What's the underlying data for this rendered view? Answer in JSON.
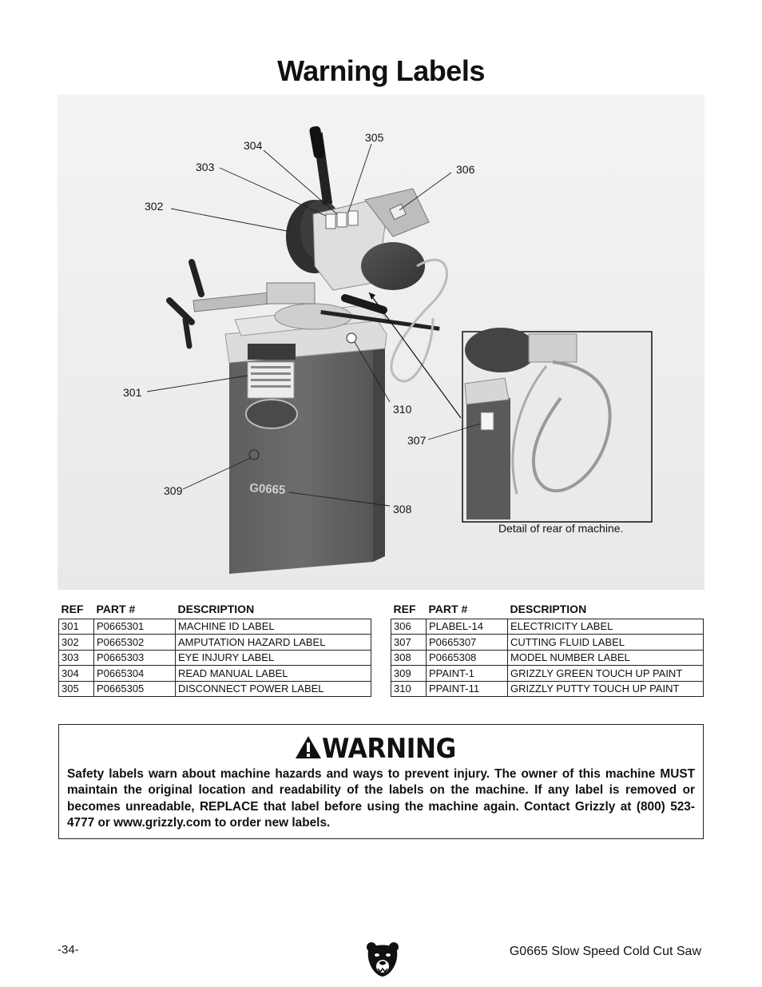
{
  "page": {
    "title": "Warning Labels",
    "page_number": "-34-",
    "footer_title": "G0665 Slow Speed Cold Cut Saw"
  },
  "figure": {
    "callouts": [
      "301",
      "302",
      "303",
      "304",
      "305",
      "306",
      "307",
      "308",
      "309",
      "310"
    ],
    "model_plate_text": "G0665",
    "detail_caption": "Detail of rear of machine."
  },
  "parts_table": {
    "headers": {
      "ref": "REF",
      "part": "PART #",
      "description": "DESCRIPTION"
    },
    "left_rows": [
      {
        "ref": "301",
        "part": "P0665301",
        "description": "MACHINE ID LABEL"
      },
      {
        "ref": "302",
        "part": "P0665302",
        "description": "AMPUTATION HAZARD LABEL"
      },
      {
        "ref": "303",
        "part": "P0665303",
        "description": "EYE INJURY LABEL"
      },
      {
        "ref": "304",
        "part": "P0665304",
        "description": "READ MANUAL LABEL"
      },
      {
        "ref": "305",
        "part": "P0665305",
        "description": "DISCONNECT POWER LABEL"
      }
    ],
    "right_rows": [
      {
        "ref": "306",
        "part": "PLABEL-14",
        "description": "ELECTRICITY LABEL"
      },
      {
        "ref": "307",
        "part": "P0665307",
        "description": "CUTTING FLUID LABEL"
      },
      {
        "ref": "308",
        "part": "P0665308",
        "description": "MODEL NUMBER LABEL"
      },
      {
        "ref": "309",
        "part": "PPAINT-1",
        "description": "GRIZZLY GREEN TOUCH UP PAINT"
      },
      {
        "ref": "310",
        "part": "PPAINT-11",
        "description": "GRIZZLY PUTTY TOUCH UP PAINT"
      }
    ]
  },
  "warning": {
    "heading": "WARNING",
    "text": "Safety labels warn about machine hazards and ways to prevent injury. The owner of this machine MUST maintain the original location and readability of the labels on the machine. If any label is removed or becomes unreadable, REPLACE that label before using the machine again. Contact Grizzly at (800) 523-4777 or www.grizzly.com to order new labels."
  },
  "icons": {
    "warning": "warning-triangle-icon",
    "logo": "grizzly-bear-logo-icon"
  }
}
